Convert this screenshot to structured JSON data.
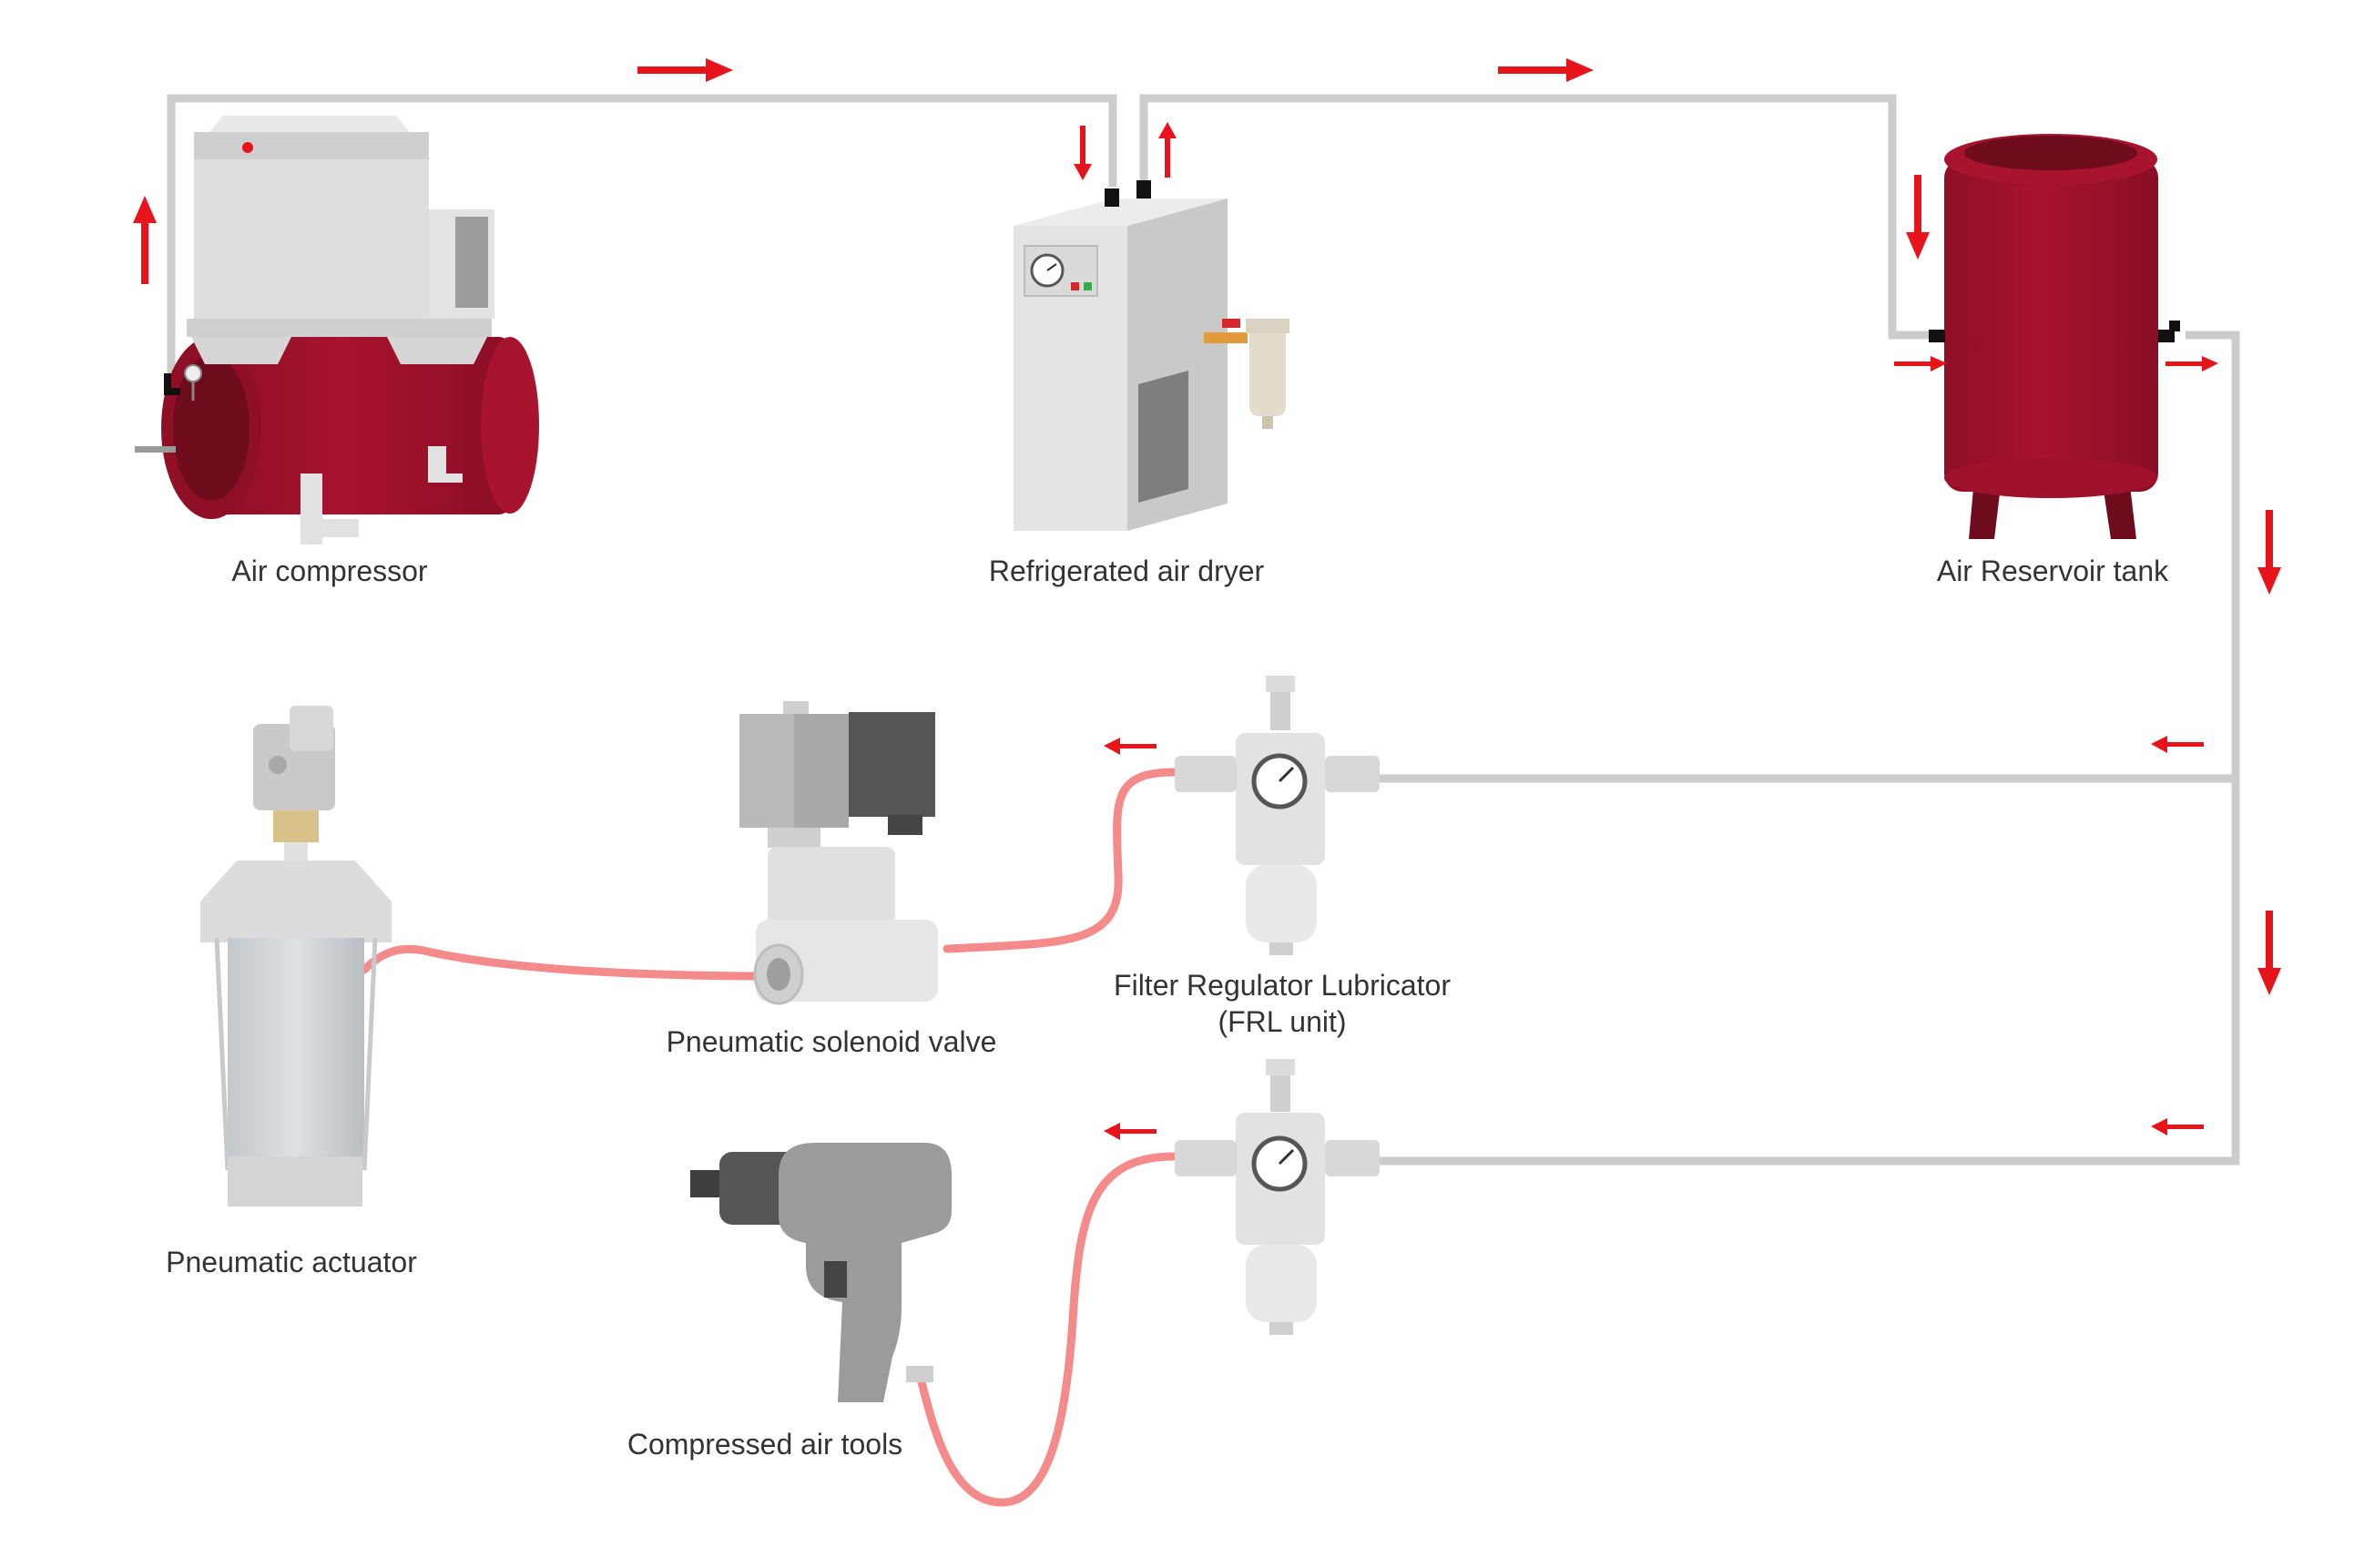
{
  "labels": {
    "air_compressor": "Air compressor",
    "refrigerated_air_dryer": "Refrigerated air dryer",
    "air_reservoir_tank": "Air Reservoir tank",
    "pneumatic_actuator": "Pneumatic actuator",
    "pneumatic_solenoid_valve": "Pneumatic solenoid valve",
    "frl_line1": "Filter Regulator Lubricator",
    "frl_line2": "(FRL unit)",
    "compressed_air_tools": "Compressed air tools"
  },
  "colors": {
    "arrow": "#e8141b",
    "pipe": "#cccccc",
    "hose": "#f58a8a",
    "tank": "#a0112b",
    "tank_dark": "#6e0c1e",
    "metal_light": "#e6e6e6",
    "metal_mid": "#c9c9c9",
    "metal_dark": "#8a8a8a",
    "coil_dark": "#555555"
  },
  "icons": [
    "flow-arrow-icon",
    "pressure-gauge-icon"
  ]
}
